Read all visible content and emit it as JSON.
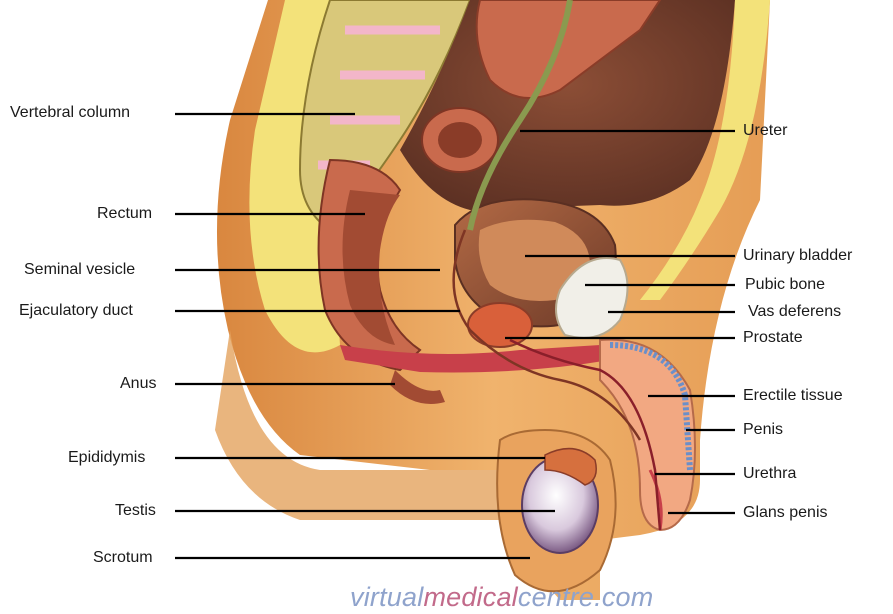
{
  "labels_left": [
    {
      "text": "Vertebral column"
    },
    {
      "text": "Rectum"
    },
    {
      "text": "Seminal vesicle"
    },
    {
      "text": "Ejaculatory duct"
    },
    {
      "text": "Anus"
    },
    {
      "text": "Epididymis"
    },
    {
      "text": "Testis"
    },
    {
      "text": "Scrotum"
    }
  ],
  "labels_right": [
    {
      "text": "Ureter"
    },
    {
      "text": "Urinary bladder"
    },
    {
      "text": "Pubic bone"
    },
    {
      "text": "Vas deferens"
    },
    {
      "text": "Prostate"
    },
    {
      "text": "Erectile tissue"
    },
    {
      "text": "Penis"
    },
    {
      "text": "Urethra"
    },
    {
      "text": "Glans penis"
    }
  ],
  "watermark": {
    "part1": "virtual",
    "part2": "medical",
    "part3": "centre.com"
  },
  "colors": {
    "skin": "#e9a35e",
    "fat": "#f3e27a",
    "muscle": "#c96a4d",
    "bone": "#d9cf86",
    "line": "#000000"
  }
}
